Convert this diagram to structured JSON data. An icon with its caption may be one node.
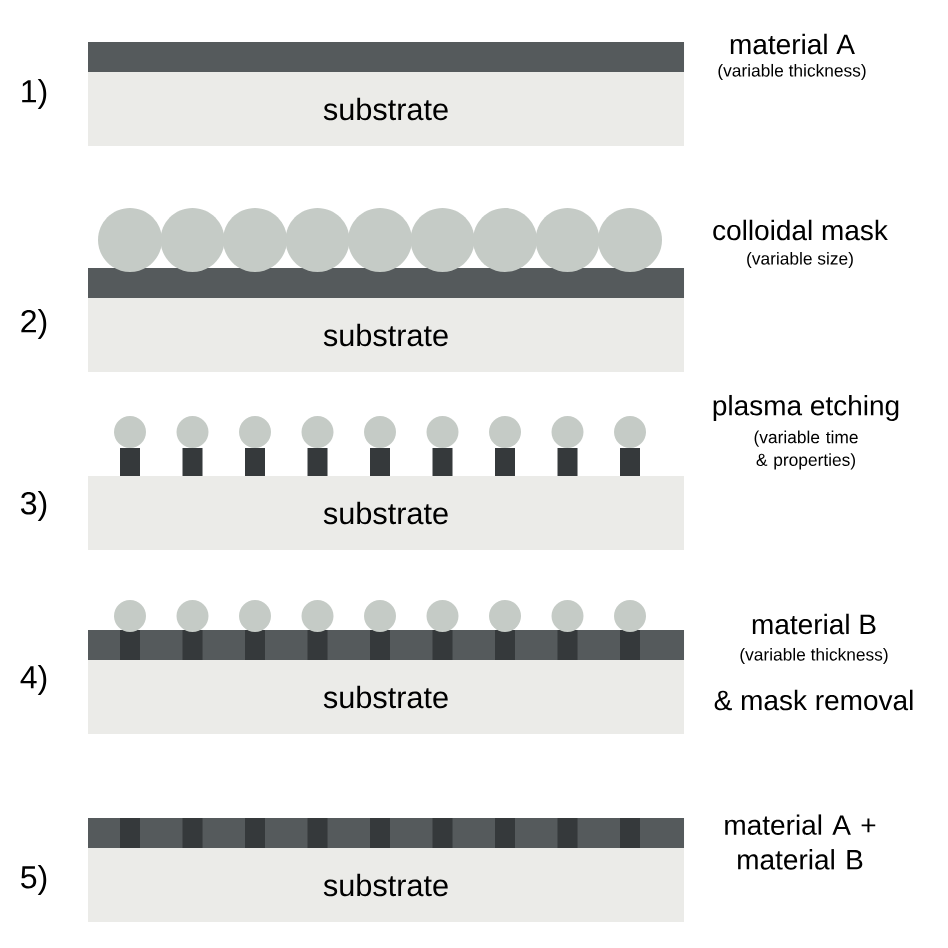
{
  "diagram": {
    "nodes": [
      {
        "text": [
          "substrate"
        ]
      },
      {
        "text": [
          "substrate"
        ]
      },
      {
        "text": [
          "substrate"
        ]
      },
      {
        "text": [
          "substrate"
        ]
      },
      {
        "text": [
          "substrate"
        ]
      }
    ],
    "labels": [
      "1)",
      "material A",
      "(variable thickness)",
      "colloidal mask",
      "(variable size)",
      "2)",
      "plasma etching",
      "(variable time & properties)",
      "3)",
      "material B",
      "(variable thickness)",
      "4)",
      "& mask removal",
      "material A + material B",
      "5)"
    ]
  }
}
